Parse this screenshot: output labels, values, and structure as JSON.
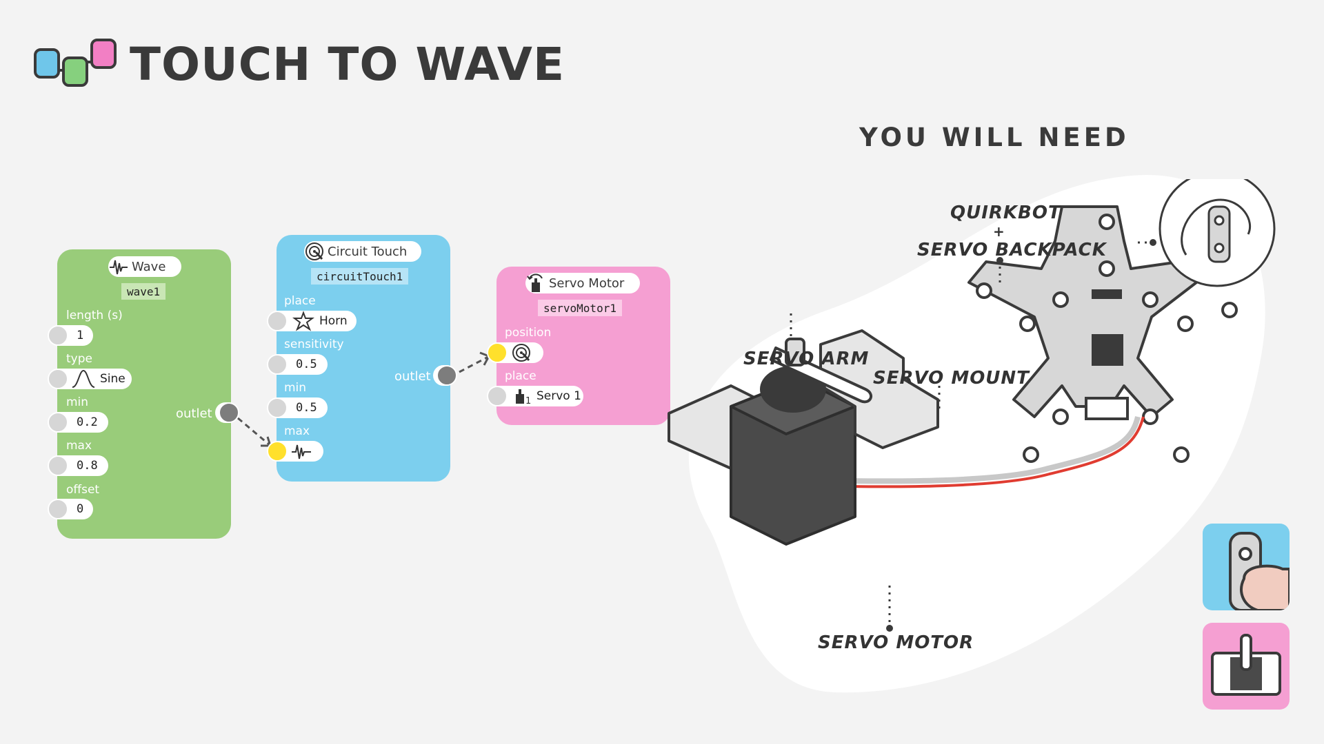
{
  "header": {
    "title": "TOUCH TO WAVE",
    "logo_colors": [
      "#6fc6ea",
      "#86d07e",
      "#f27fc4"
    ]
  },
  "requirements": {
    "title": "YOU WILL NEED",
    "callouts": {
      "quirkbot": "QUIRKBOT",
      "plus": "+",
      "backpack": "SERVO BACKPACK",
      "servo_arm": "SERVO ARM",
      "servo_mount": "SERVO MOUNT",
      "servo_motor": "SERVO MOTOR"
    }
  },
  "nodes": {
    "wave": {
      "name": "Wave",
      "id": "wave1",
      "color": "#99cc7a",
      "params": [
        {
          "label": "length (s)",
          "value": "1"
        },
        {
          "label": "type",
          "value": "Sine"
        },
        {
          "label": "min",
          "value": "0.2"
        },
        {
          "label": "max",
          "value": "0.8"
        },
        {
          "label": "offset",
          "value": "0"
        }
      ],
      "outlet": "outlet"
    },
    "touch": {
      "name": "Circuit Touch",
      "id": "circuitTouch1",
      "color": "#7ccfee",
      "params": [
        {
          "label": "place",
          "value": "Horn"
        },
        {
          "label": "sensitivity",
          "value": "0.5"
        },
        {
          "label": "min",
          "value": "0.5"
        },
        {
          "label": "max",
          "value": ""
        }
      ],
      "outlet": "outlet"
    },
    "servo": {
      "name": "Servo Motor",
      "id": "servoMotor1",
      "color": "#f59fd2",
      "params": [
        {
          "label": "position",
          "value": ""
        },
        {
          "label": "place",
          "value": "Servo 1"
        }
      ]
    }
  },
  "icons": {
    "wave": "wave-icon",
    "touch": "touch-icon",
    "servo": "servo-icon",
    "horn": "horn-icon",
    "sine": "sine-curve-icon"
  }
}
